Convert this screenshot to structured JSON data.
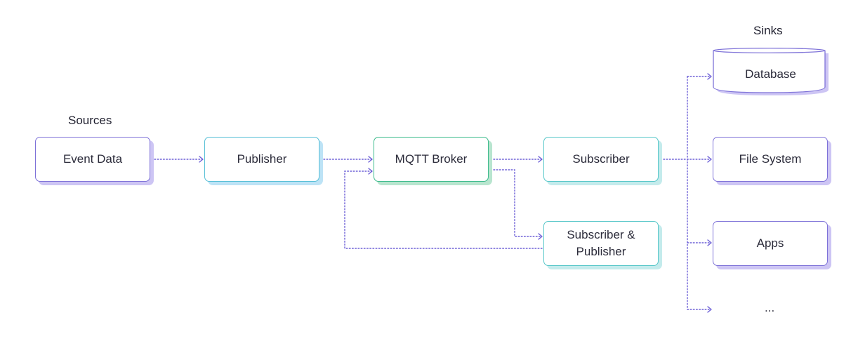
{
  "headings": {
    "sources": "Sources",
    "sinks": "Sinks"
  },
  "nodes": {
    "event_data": "Event Data",
    "publisher": "Publisher",
    "broker": "MQTT Broker",
    "subscriber": "Subscriber",
    "subscriber_publisher": "Subscriber &\nPublisher",
    "database": "Database",
    "file_system": "File System",
    "apps": "Apps",
    "more": "..."
  },
  "colors": {
    "connector": "#6c5fd6",
    "source_sink_border": "#7e72d8",
    "publisher_border": "#56bfd6",
    "broker_border": "#3dbb8c",
    "subscriber_border": "#57c7c9"
  },
  "connections": [
    {
      "from": "event_data",
      "to": "publisher"
    },
    {
      "from": "publisher",
      "to": "broker"
    },
    {
      "from": "broker",
      "to": "subscriber"
    },
    {
      "from": "broker",
      "to": "subscriber_publisher"
    },
    {
      "from": "subscriber_publisher",
      "to": "broker"
    },
    {
      "from": "subscriber",
      "to": "database"
    },
    {
      "from": "subscriber",
      "to": "file_system"
    },
    {
      "from": "subscriber",
      "to": "apps"
    },
    {
      "from": "subscriber",
      "to": "more"
    }
  ]
}
